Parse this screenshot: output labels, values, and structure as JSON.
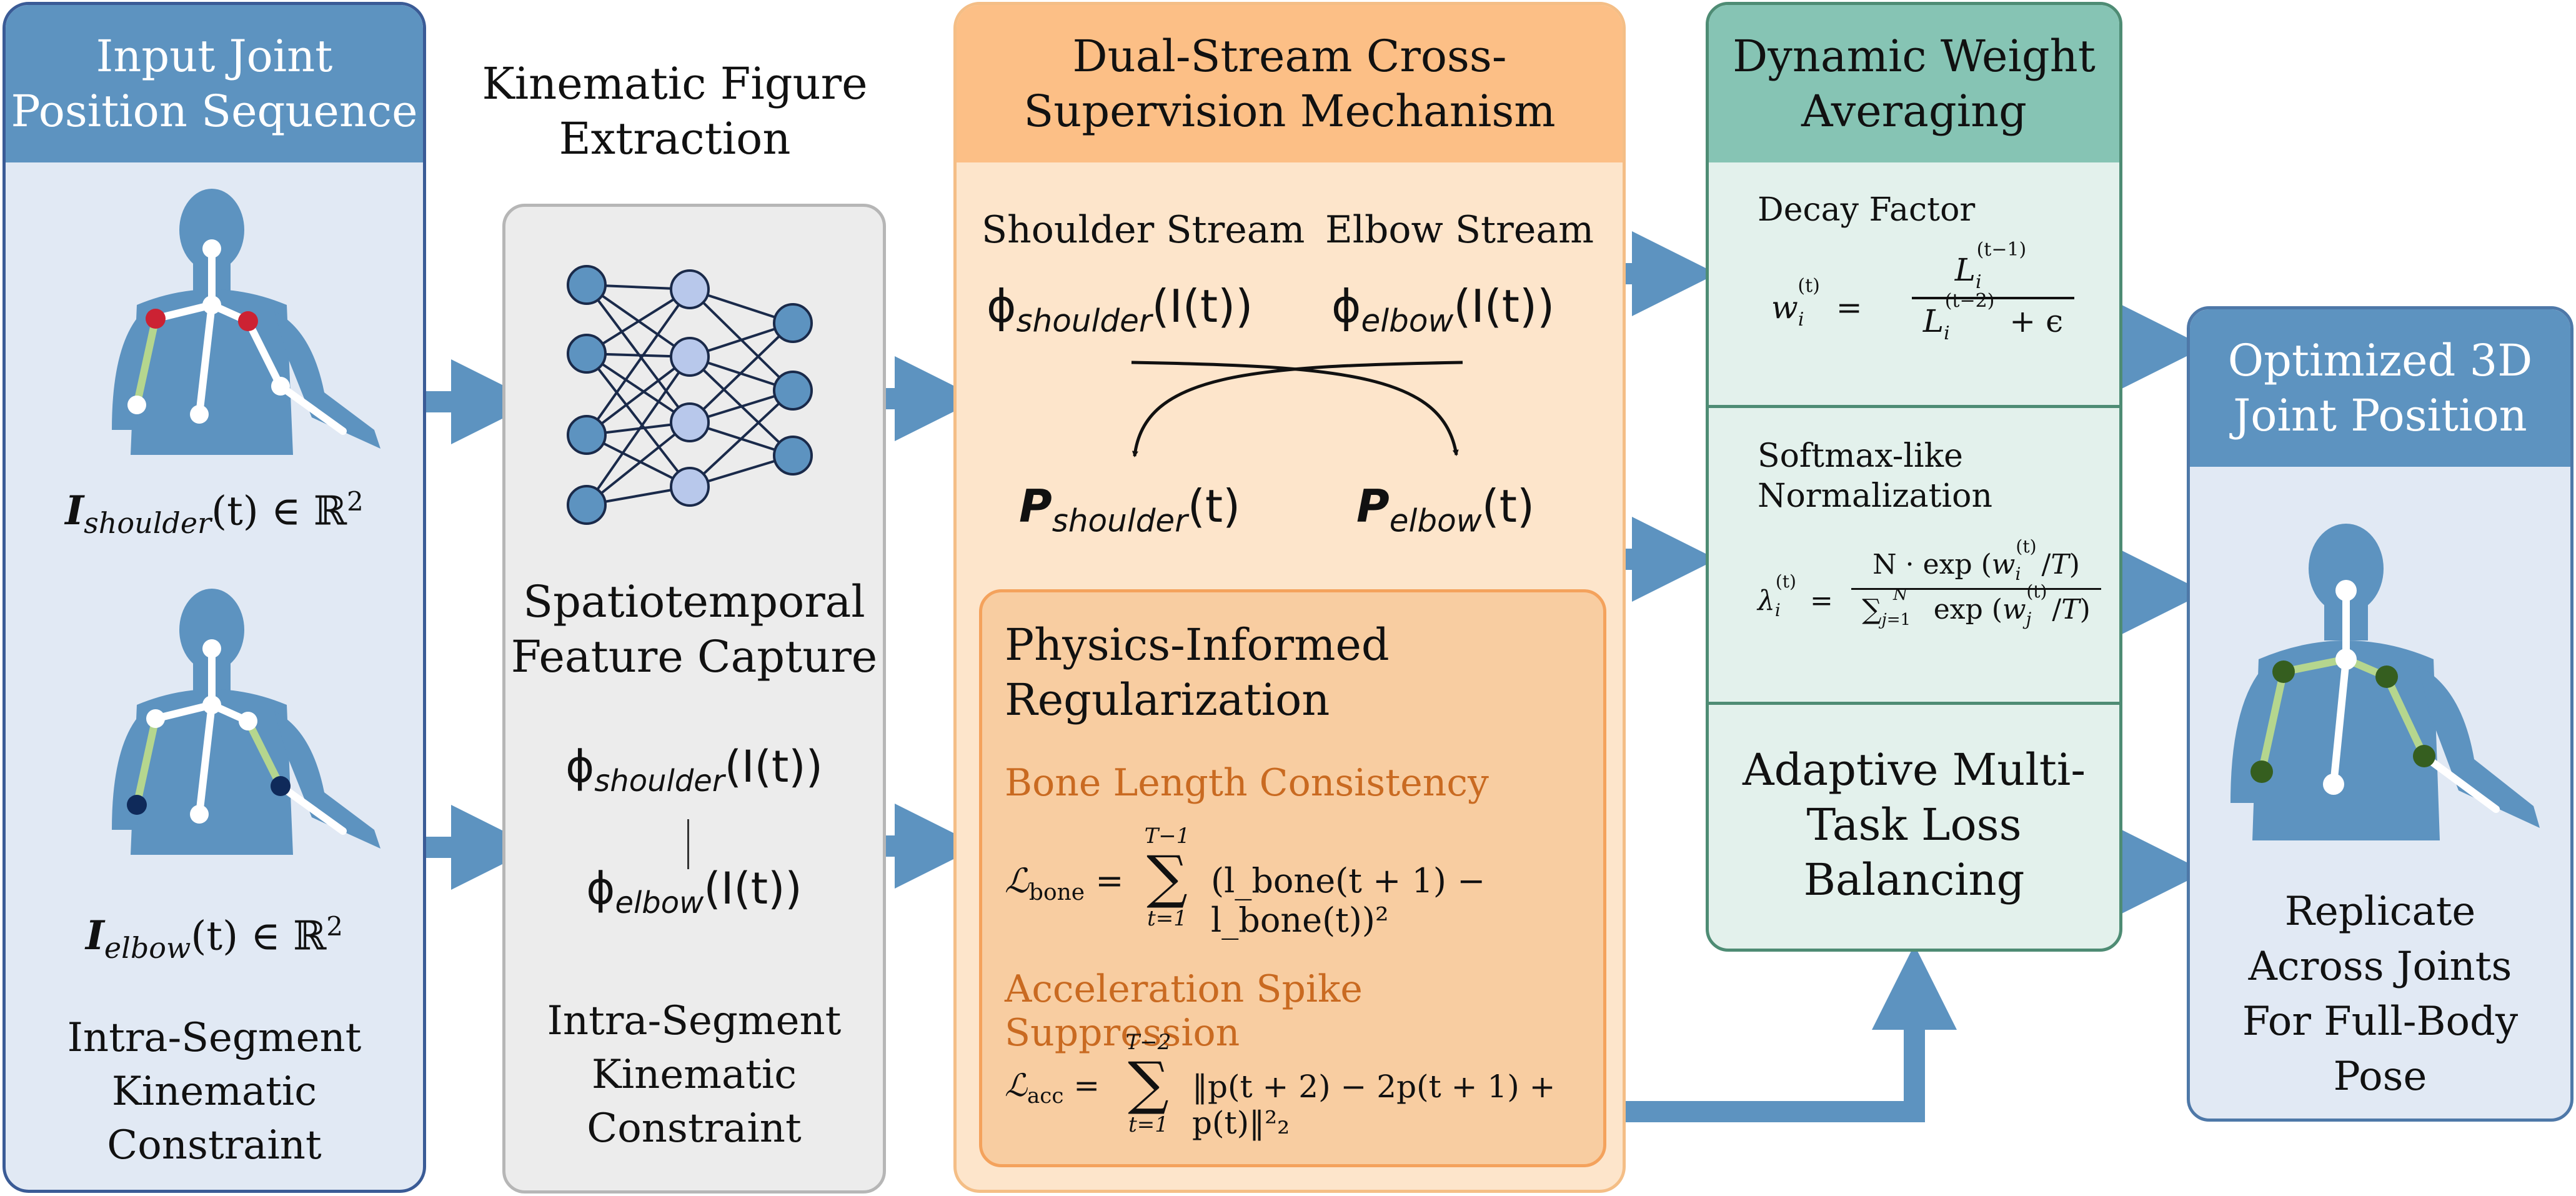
{
  "colors": {
    "input_panel_bg": "#e1e9f4",
    "input_panel_border": "#3a5b96",
    "input_header": "#5d93c0",
    "gray_panel_bg": "#ececec",
    "gray_panel_border": "#b6b6b6",
    "orange_panel_bg": "#fde5cb",
    "orange_header": "#fcbf86",
    "orange_border": "#f4be86",
    "physics_box_bg": "#f8cda1",
    "green_panel_bg": "#e3f1ec",
    "green_header": "#86c4b4",
    "green_border": "#4e8c74",
    "output_panel_bg": "#e1e9f4",
    "output_panel_border": "#4e78a8",
    "arrow": "#5d93c0",
    "figure": "#5d93c0",
    "accent_text": "#c96a21",
    "node_fill": "#5d93c0",
    "node_fill_light": "#b8c8eb",
    "joint_red": "#cc2233",
    "joint_navy": "#0f2a5a",
    "joint_green": "#355e1f",
    "bone_green": "#b5d68e"
  },
  "input_panel": {
    "title_line1": "Input Joint",
    "title_line2": "Position Sequence",
    "shoulder_input": {
      "symbol": "I",
      "subscript": "shoulder",
      "rest": "(t) ∈ ℝ",
      "sup": "2"
    },
    "elbow_input": {
      "symbol": "I",
      "subscript": "elbow",
      "rest": "(t) ∈ ℝ",
      "sup": "2"
    },
    "footer_line1": "Intra-Segment",
    "footer_line2": "Kinematic",
    "footer_line3": "Constraint"
  },
  "extraction": {
    "title_line1": "Kinematic Figure",
    "title_line2": "Extraction",
    "capture_line1": "Spatiotemporal",
    "capture_line2": "Feature Capture",
    "phi_shoulder": {
      "symbol": "ϕ",
      "subscript": "shoulder",
      "rest": "(I(t))"
    },
    "phi_elbow": {
      "symbol": "ϕ",
      "subscript": "elbow",
      "rest": "(I(t))"
    },
    "footer_line1": "Intra-Segment",
    "footer_line2": "Kinematic",
    "footer_line3": "Constraint"
  },
  "dual_stream": {
    "title_line1": "Dual-Stream Cross-",
    "title_line2": "Supervision Mechanism",
    "shoulder_stream_label": "Shoulder Stream",
    "elbow_stream_label": "Elbow Stream",
    "phi_shoulder": {
      "symbol": "ϕ",
      "subscript": "shoulder",
      "rest": "(I(t))"
    },
    "phi_elbow": {
      "symbol": "ϕ",
      "subscript": "elbow",
      "rest": "(I(t))"
    },
    "p_shoulder": {
      "symbol": "P",
      "subscript": "shoulder",
      "rest": "(t)"
    },
    "p_elbow": {
      "symbol": "P",
      "subscript": "elbow",
      "rest": "(t)"
    },
    "physics": {
      "title_line1": "Physics-Informed",
      "title_line2": "Regularization",
      "bone_label": "Bone Length Consistency",
      "bone_lhs": "ℒ",
      "bone_lhs_sub": "bone",
      "bone_sum_top": "T−1",
      "bone_sum_bottom": "t=1",
      "bone_rhs": "(l_bone(t + 1) − l_bone(t))²",
      "accel_label": "Acceleration Spike Suppression",
      "acc_lhs": "ℒ",
      "acc_lhs_sub": "acc",
      "acc_sum_top": "T−2",
      "acc_sum_bottom": "t=1",
      "acc_rhs": "‖p(t + 2) − 2p(t + 1) + p(t)‖²₂"
    }
  },
  "dynamic_weight": {
    "title_line1": "Dynamic Weight",
    "title_line2": "Averaging",
    "decay_label": "Decay Factor",
    "decay_lhs": "w",
    "decay_num": "L",
    "decay_den": "L",
    "decay_eps": "+ ϵ",
    "softmax_label_line1": "Softmax-like",
    "softmax_label_line2": "Normalization",
    "softmax_lhs": "λ",
    "softmax_num": "N · exp",
    "softmax_den_sum": "∑",
    "softmax_den_exp": "exp",
    "adaptive_line1": "Adaptive Multi-",
    "adaptive_line2": "Task Loss",
    "adaptive_line3": "Balancing"
  },
  "output_panel": {
    "title_line1": "Optimized 3D",
    "title_line2": "Joint Position",
    "footer_line1": "Replicate",
    "footer_line2": "Across Joints",
    "footer_line3": "For Full-Body",
    "footer_line4": "Pose"
  }
}
